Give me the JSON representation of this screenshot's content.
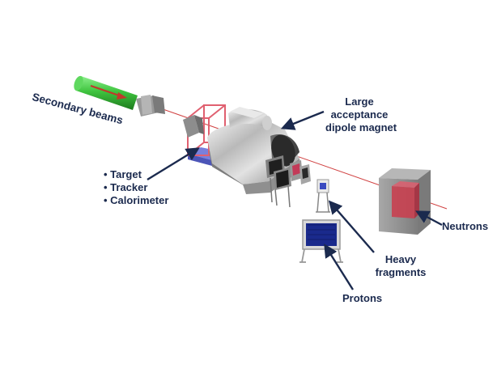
{
  "labels": {
    "secondary_beams": "Secondary beams",
    "magnet": [
      "Large",
      "acceptance",
      "dipole magnet"
    ],
    "inner_detectors": [
      "• Target",
      "• Tracker",
      "• Calorimeter"
    ],
    "neutrons": "Neutrons",
    "heavy_fragments": [
      "Heavy",
      "fragments"
    ],
    "protons": "Protons"
  },
  "colors": {
    "label_text": "#1b2a4e",
    "arrow": "#1b2a4e",
    "beam_line": "#d04040",
    "beam_pipe": "#3fc43f",
    "beam_arrow": "#c0392b",
    "target_frame": "#e06070",
    "target_base": "#6a72d8",
    "neutron_outer": "#9a9a9a",
    "neutron_inner": "#c84050",
    "proton_wall": "#1a2a8c"
  }
}
